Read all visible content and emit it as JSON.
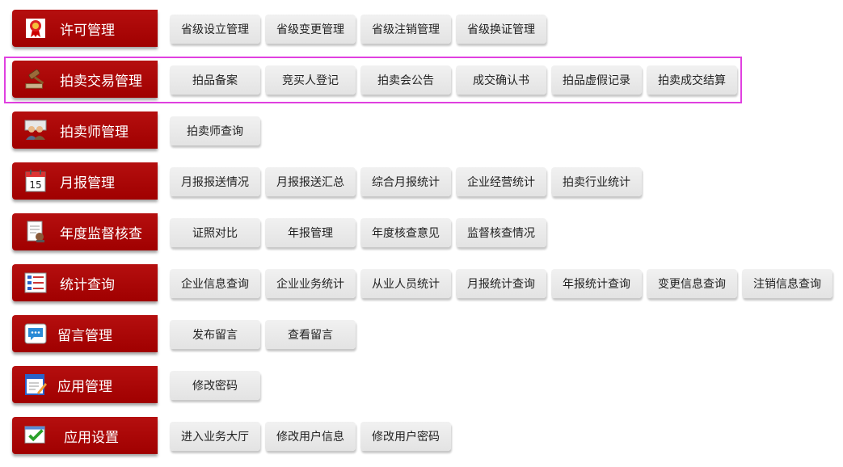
{
  "menu": [
    {
      "label": "许可管理",
      "icon": "award-ribbon-icon",
      "items": [
        "省级设立管理",
        "省级变更管理",
        "省级注销管理",
        "省级换证管理"
      ]
    },
    {
      "label": "拍卖交易管理",
      "icon": "auction-gavel-icon",
      "items": [
        "拍品备案",
        "竞买人登记",
        "拍卖会公告",
        "成交确认书",
        "拍品虚假记录",
        "拍卖成交结算"
      ]
    },
    {
      "label": "拍卖师管理",
      "icon": "people-icon",
      "items": [
        "拍卖师查询"
      ]
    },
    {
      "label": "月报管理",
      "icon": "calendar-icon",
      "calendar_day": "15",
      "items": [
        "月报报送情况",
        "月报报送汇总",
        "综合月报统计",
        "企业经营统计",
        "拍卖行业统计"
      ]
    },
    {
      "label": "年度监督核查",
      "icon": "inspection-icon",
      "items": [
        "证照对比",
        "年报管理",
        "年度核查意见",
        "监督核查情况"
      ]
    },
    {
      "label": "统计查询",
      "icon": "statistics-list-icon",
      "items": [
        "企业信息查询",
        "企业业务统计",
        "从业人员统计",
        "月报统计查询",
        "年报统计查询",
        "变更信息查询",
        "注销信息查询"
      ]
    },
    {
      "label": "留言管理",
      "icon": "message-bubble-icon",
      "items": [
        "发布留言",
        "查看留言"
      ]
    },
    {
      "label": "应用管理",
      "icon": "edit-form-icon",
      "items": [
        "修改密码"
      ]
    },
    {
      "label": "应用设置",
      "icon": "settings-check-icon",
      "items": [
        "进入业务大厅",
        "修改用户信息",
        "修改用户密码"
      ]
    }
  ],
  "highlighted_row": 1,
  "colors": {
    "category_bg": "#a80000",
    "button_bg": "#e9e9e9",
    "highlight_border": "#e040e0"
  }
}
